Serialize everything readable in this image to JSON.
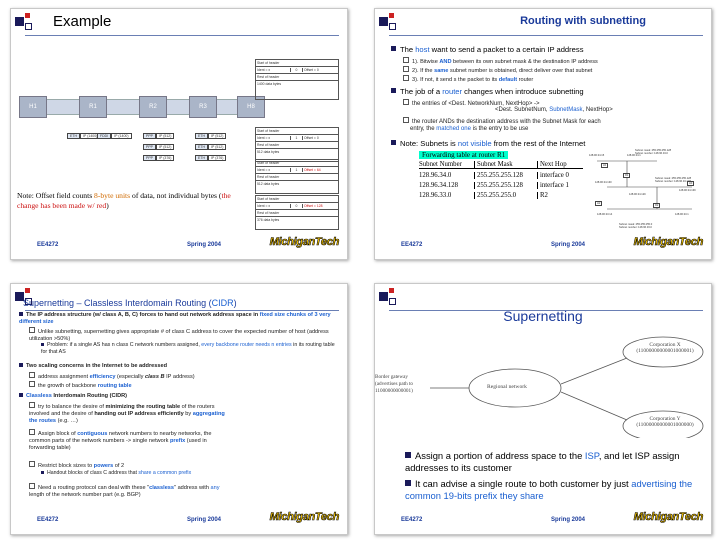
{
  "slides": {
    "s1": {
      "title": "Example",
      "hosts": [
        "H1",
        "R1",
        "R2",
        "R3",
        "H8"
      ],
      "frame_boxes": [
        [
          "Start of header",
          "Ident = x",
          "0",
          "Offset = 0",
          "Rest of header",
          "1400 data bytes"
        ],
        [
          "Start of header",
          "Ident = x",
          "1",
          "Offset = 0",
          "Rest of header",
          "512 data bytes"
        ],
        [
          "Start of header",
          "Ident = x",
          "1",
          "Offset = 64",
          "Rest of header",
          "512 data bytes"
        ],
        [
          "Start of header",
          "Ident = x",
          "0",
          "Offset = 128",
          "Rest of header",
          "376 data bytes"
        ]
      ],
      "link_labels": [
        "ETH",
        "IP (1400)",
        "FDDI",
        "IP (1400)",
        "PPP",
        "IP (512)",
        "PPP",
        "IP (512)",
        "PPP",
        "IP (376)",
        "ETH",
        "IP (512)",
        "ETH",
        "IP (512)",
        "ETH",
        "IP (376)"
      ],
      "note_a": "Note: Offset field counts ",
      "note_b": "8-byte units",
      "note_c": " of data, not individual bytes (",
      "note_d": "the change has been made w/ red",
      "note_e": ")",
      "footer_course": "EE4272",
      "footer_date": "Spring 2004",
      "logo": "MichiganTech"
    },
    "s2": {
      "title": "Routing with subnetting",
      "b1_a": "The ",
      "b1_b": "host",
      "b1_c": " want to send a packet to a certain IP address",
      "b1_sub1_a": "1). Bitwise ",
      "b1_sub1_b": "AND",
      "b1_sub1_c": " between its own subnet mask & the destination IP address",
      "b1_sub2_a": "2). If the ",
      "b1_sub2_b": "same",
      "b1_sub2_c": " subnet number is obtained, direct deliver over that subnet",
      "b1_sub3_a": "3). If not, it send s the packet to its ",
      "b1_sub3_b": "default",
      "b1_sub3_c": " router",
      "b2_a": "The  job of a ",
      "b2_b": "router",
      "b2_c": " changes when introduce subnetting",
      "b2_sub1": "the entries of <Dest. NetworkNum, NextHop> ->",
      "b2_sub1b_a": "<Dest. SubnetNum, ",
      "b2_sub1b_b": "SubnetMask",
      "b2_sub1b_c": ", NextHop>",
      "b2_sub2": "the router ANDs the destination address with the Subnet Mask for each",
      "b2_sub2b_a": "entry, the ",
      "b2_sub2b_b": "matched one",
      "b2_sub2b_c": " is the entry to be use",
      "b3_a": "Note: Subnets is ",
      "b3_b": "not visible",
      "b3_c": " from the rest of the Internet",
      "table_caption": "Forwarding table at router R1",
      "table_headers": [
        "Subnet Number",
        "Subnet Mask",
        "Next Hop"
      ],
      "table_rows": [
        [
          "128.96.34.0",
          "255.255.255.128",
          "interface 0"
        ],
        [
          "128.96.34.128",
          "255.255.255.128",
          "interface 1"
        ],
        [
          "128.96.33.0",
          "255.255.255.0",
          "R2"
        ]
      ],
      "net_labels": [
        "Subnet mask: 255.255.255.128",
        "Subnet number: 128.96.34.0",
        "128.96.34.15",
        "128.96.34.1",
        "H1",
        "R1",
        "128.96.34.130",
        "Subnet mask: 255.255.255.128",
        "Subnet number: 128.96.34.128",
        "H3",
        "128.96.34.139",
        "128.96.34.129",
        "H2",
        "128.96.33.14",
        "128.96.33.1",
        "R2",
        "Subnet mask: 255.255.255.0",
        "Subnet number: 128.96.33.0"
      ],
      "footer_course": "EE4272",
      "footer_date": "Spring 2004",
      "logo": "MichiganTech"
    },
    "s3": {
      "title_a": "Supernetting – Classless Interdomain Routing (",
      "title_b": "CIDR",
      "title_c": ")",
      "b1": "The IP address structure (w/ class A, B, C) forces to hand out network address space in ",
      "b1_blue": "fixed size chunks of 3 very different size",
      "b1_sub1": "Unlike subnetting, supernetting gives appropriate # of class C address to cover the expected number of host (address utilization >50%)",
      "b1_sub1_pt_a": "Problem: if a single AS has n class C network numbers assigned, ",
      "b1_sub1_pt_b": "every backbone router needs n entries",
      "b1_sub1_pt_c": " in its routing table for that AS",
      "b2": "Two scaling concerns in the Internet to be addressed",
      "b2_sub1_a": "address assignment ",
      "b2_sub1_b": "efficiency",
      "b2_sub1_c": " (especially ",
      "b2_sub1_d": "class B",
      "b2_sub1_e": " IP address)",
      "b2_sub2_a": "the growth of backbone ",
      "b2_sub2_b": "routing table",
      "b3_a": "Classless",
      "b3_b": " Interdomain Routing (CIDR)",
      "b3_sub1_a": "try to balance the desire of ",
      "b3_sub1_b": "minimizing the routing table",
      "b3_sub1_c": " of the routers involved and the desire of ",
      "b3_sub1_d": "handing out IP address efficiently",
      "b3_sub1_e": " by ",
      "b3_sub1_f": "aggregating the routes",
      "b3_sub1_g": " (e.g.  …)",
      "b3_sub2_a": "Assign block of ",
      "b3_sub2_b": "contiguous",
      "b3_sub2_c": " network numbers to nearby networks, the common parts of the network numbers -> single network ",
      "b3_sub2_d": "prefix",
      "b3_sub2_e": " (used in forwarding table)",
      "b3_sub3_a": "Restrict block sizes to ",
      "b3_sub3_b": "powers",
      "b3_sub3_c": " of 2",
      "b3_sub3_pt_a": "Handout blocks of class C address that ",
      "b3_sub3_pt_b": "share a common prefix",
      "b3_sub4_a": "Need a routing protocol can deal with these \"",
      "b3_sub4_b": "classless",
      "b3_sub4_c": "\" address with ",
      "b3_sub4_d": "any",
      "b3_sub4_e": " length",
      "b3_sub4_f": " of the network number part (e.g. BGP)",
      "footer_course": "EE4272",
      "footer_date": "Spring 2004",
      "logo": "MichiganTech"
    },
    "s4": {
      "title": "Supernetting",
      "corp_x": "Corporation X",
      "corp_x_addr": "(11000000000001000001)",
      "corp_y": "Corporation Y",
      "corp_y_addr": "(11000000000001000000)",
      "border_gw_1": "Border gateway",
      "border_gw_2": "(advertises path to",
      "border_gw_3": "11000000000001)",
      "regional": "Regional network",
      "b1_a": "Assign a portion of address space to the ",
      "b1_b": "ISP",
      "b1_c": ", and let ISP assign addresses to its customer",
      "b2_a": "It can advise a single route to both customer by just ",
      "b2_b": "advertising the common 19-bits prefix they share",
      "footer_course": "EE4272",
      "footer_date": "Spring 2004",
      "logo": "MichiganTech"
    }
  },
  "colors": {
    "accent_blue": "#1a5fd0",
    "red": "#cc1111",
    "orange": "#d06a00",
    "title_blue": "#1a3a9a",
    "deco_navy": "#1a1a5a",
    "deco_red": "#cc2222",
    "logo_gold": "#ffcc00"
  }
}
